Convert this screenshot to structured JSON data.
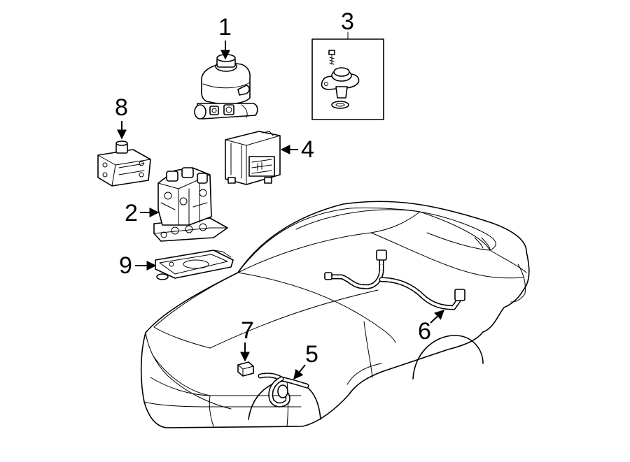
{
  "callouts": {
    "c1": "1",
    "c2": "2",
    "c3": "3",
    "c4": "4",
    "c5": "5",
    "c6": "6",
    "c7": "7",
    "c8": "8",
    "c9": "9"
  },
  "parts": [
    {
      "id": "1",
      "name": "master-cylinder"
    },
    {
      "id": "2",
      "name": "abs-modulator-valve"
    },
    {
      "id": "3",
      "name": "pressure-sensor-kit"
    },
    {
      "id": "4",
      "name": "abs-control-module"
    },
    {
      "id": "5",
      "name": "front-wheel-speed-sensor-harness"
    },
    {
      "id": "6",
      "name": "rear-wheel-speed-sensor-harness"
    },
    {
      "id": "7",
      "name": "sensor-connector"
    },
    {
      "id": "8",
      "name": "relay-block"
    },
    {
      "id": "9",
      "name": "mounting-bracket"
    }
  ]
}
